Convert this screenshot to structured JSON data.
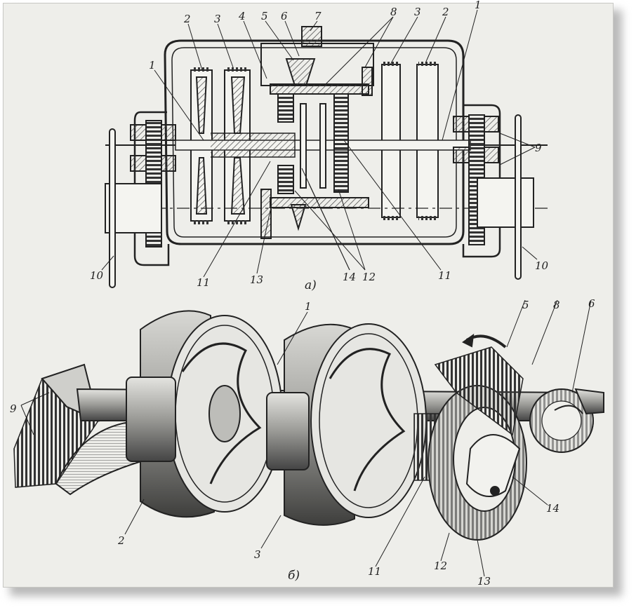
{
  "diagram": {
    "panel_a": {
      "caption": "а)",
      "labels": [
        "1",
        "2",
        "3",
        "4",
        "5",
        "6",
        "7",
        "8",
        "3",
        "2",
        "1",
        "9",
        "10",
        "10",
        "11",
        "13",
        "14",
        "12",
        "11"
      ]
    },
    "panel_b": {
      "caption": "б)",
      "labels": [
        "1",
        "5",
        "8",
        "6",
        "9",
        "2",
        "3",
        "11",
        "12",
        "13",
        "14"
      ]
    }
  },
  "colors": {
    "paper": "#eeeeea",
    "ink": "#222222",
    "hatch": "#555555"
  }
}
